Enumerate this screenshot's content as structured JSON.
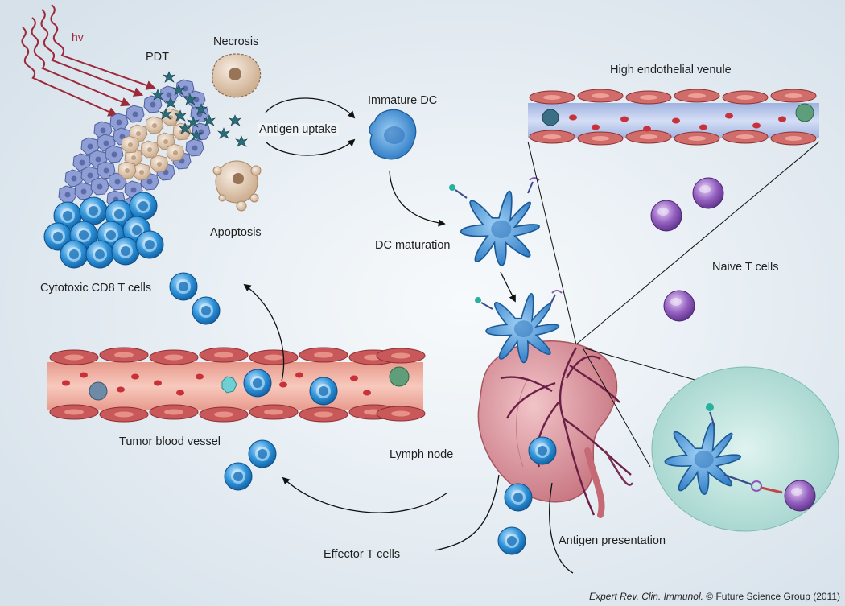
{
  "labels": {
    "hv": "hv",
    "pdt": "PDT",
    "necrosis": "Necrosis",
    "apoptosis": "Apoptosis",
    "antigen_uptake": "Antigen uptake",
    "immature_dc": "Immature DC",
    "dc_maturation": "DC maturation",
    "high_endothelial_venule": "High endothelial venule",
    "naive_t_cells": "Naive T cells",
    "cytotoxic_cd8": "Cytotoxic CD8 T cells",
    "tumor_blood_vessel": "Tumor blood vessel",
    "lymph_node": "Lymph node",
    "effector_t_cells": "Effector T cells",
    "antigen_presentation": "Antigen presentation"
  },
  "credit": {
    "journal": "Expert Rev. Clin. Immunol.",
    "publisher": "© Future Science Group (2011)"
  },
  "colors": {
    "background": "#e6edf3",
    "vessel_wall": "#c8585a",
    "vessel_lumen": "#f1b7a8",
    "venule_lumen": "#b7c5e8",
    "t_cell": "#2e8fd4",
    "dc": "#3f8fd6",
    "naive_t_cell": "#8a56b8",
    "light_ray": "#9c2a3a",
    "lymph_node": "#d98c96",
    "inset": "#bfe3dd"
  }
}
